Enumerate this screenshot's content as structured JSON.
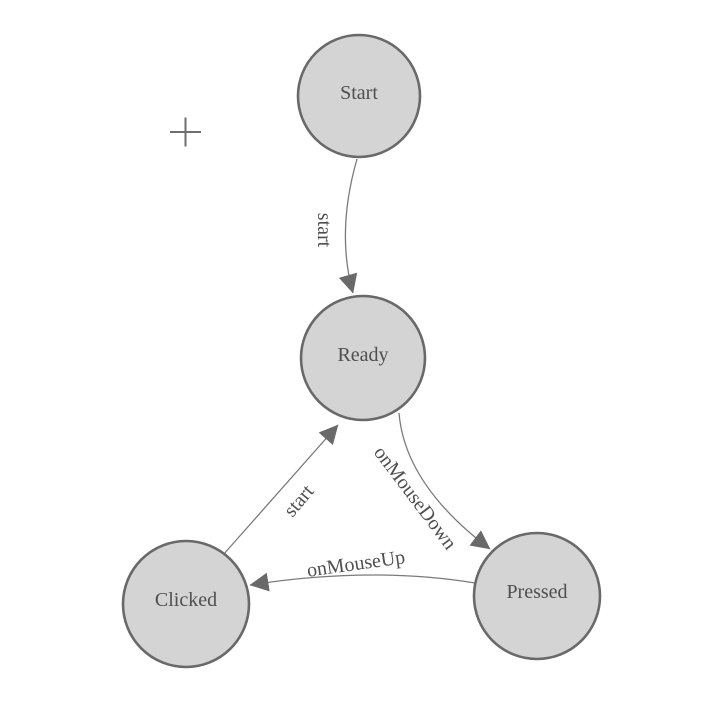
{
  "diagram": {
    "nodes": [
      {
        "id": "start",
        "label": "Start"
      },
      {
        "id": "ready",
        "label": "Ready"
      },
      {
        "id": "clicked",
        "label": "Clicked"
      },
      {
        "id": "pressed",
        "label": "Pressed"
      }
    ],
    "edges": [
      {
        "from": "Start",
        "to": "Ready",
        "label": "start"
      },
      {
        "from": "Ready",
        "to": "Pressed",
        "label": "onMouseDown"
      },
      {
        "from": "Pressed",
        "to": "Clicked",
        "label": "onMouseUp"
      },
      {
        "from": "Clicked",
        "to": "Ready",
        "label": "start"
      }
    ],
    "icons": {
      "crosshair-cursor": "+"
    },
    "colors": {
      "background": "#ffffff",
      "node_fill": "#d4d4d4",
      "node_stroke": "#696969",
      "edge_stroke": "#7a7a7a",
      "arrow_fill": "#696969",
      "label_text": "#4f4f4f",
      "crosshair": "#6e6e6e"
    }
  }
}
